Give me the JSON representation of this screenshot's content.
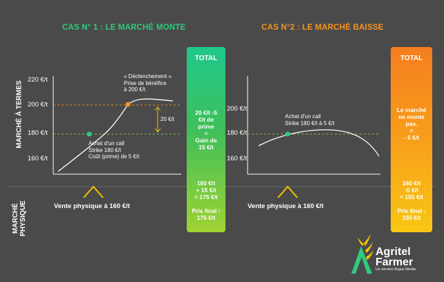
{
  "case1": {
    "title": "CAS N° 1 : LE MARCHÉ MONTE",
    "y_ticks": [
      "220 €/t",
      "200 €/t",
      "180 €/t",
      "160 €/t"
    ],
    "trigger_note": [
      "« Déclenchement »",
      "Prise de bénéfice",
      "à 200 €/t"
    ],
    "call_note": [
      "Achat d'un call",
      "Strike 180 €/t",
      "Coût (prime) de 5 €/t"
    ],
    "gap_label": "20 €/t",
    "physical_sale": "Vente physique à 160 €/t",
    "total": {
      "head": "TOTAL",
      "block1": [
        "20 €/t -5",
        "€/t de",
        "prime",
        "=",
        "Gain de",
        "15 €/t"
      ],
      "block2": [
        "160 €/t",
        "+ 15 €/t",
        "= 175 €/t"
      ],
      "block3": [
        "Prix final :",
        "175 €/t"
      ]
    }
  },
  "case2": {
    "title": "CAS N°2 : LE MARCHÉ BAISSE",
    "y_ticks": [
      "200 €/t",
      "180 €/t",
      "160 €/t"
    ],
    "call_note": [
      "Achat d'un call",
      "Strike 180 €/t à 5 €/t"
    ],
    "physical_sale": "Vente physique à 160 €/t",
    "total": {
      "head": "TOTAL",
      "block1": [
        "Le marché",
        "ne monte",
        "pas.",
        "=",
        "- 5 €/t"
      ],
      "block2": [
        "160 €/t",
        "-5 €/t",
        "= 155 €/t"
      ],
      "block3": [
        "Prix final :",
        "155 €/t"
      ]
    }
  },
  "axis_labels": {
    "futures": "MARCHÉ À TERMES",
    "physical": [
      "MARCHÉ",
      "PHYSIQUE"
    ]
  },
  "logo": {
    "name_line1": "Agritel",
    "name_line2": "Farmer",
    "subtitle": "Un service Argus Media"
  },
  "colors": {
    "background": "#4a4a4a",
    "green": "#2ecb7c",
    "orange": "#f7941d",
    "yellow": "#f5c400",
    "dashed_green": "#7dc242",
    "dashed_orange": "#e88c1a"
  }
}
